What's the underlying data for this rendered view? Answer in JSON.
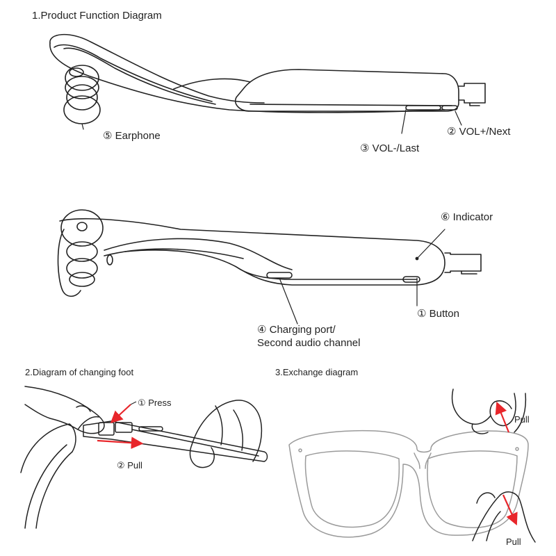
{
  "section1": {
    "title": "1.Product Function Diagram",
    "labels": {
      "earphone": "⑤ Earphone",
      "vol_plus": "② VOL+/Next",
      "vol_minus": "③  VOL-/Last",
      "indicator": "⑥ Indicator",
      "button": "① Button",
      "charging_line1": "④ Charging port/",
      "charging_line2": "Second audio channel"
    }
  },
  "section2": {
    "title": "2.Diagram of changing foot",
    "labels": {
      "press": "① Press",
      "pull": "②  Pull"
    }
  },
  "section3": {
    "title": "3.Exchange diagram",
    "labels": {
      "pull_top": "Pull",
      "pull_bottom": "Pull"
    }
  },
  "colors": {
    "line": "#222222",
    "light_line": "#9a9a9a",
    "arrow": "#e8262b"
  }
}
